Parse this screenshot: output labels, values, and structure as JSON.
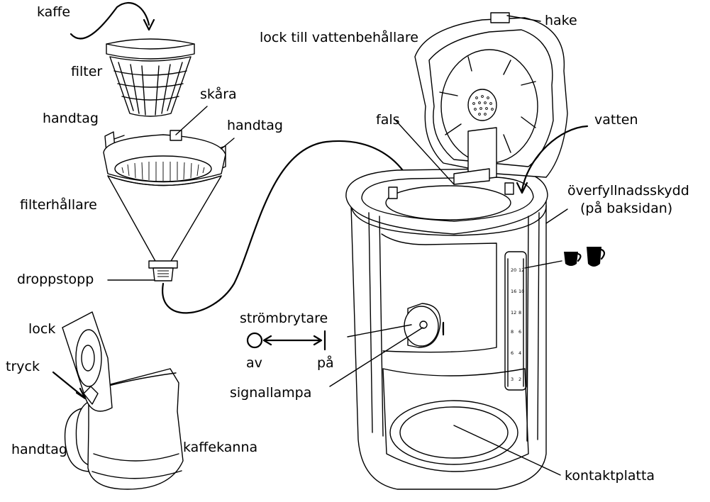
{
  "labels": {
    "kaffe": "kaffe",
    "filter": "filter",
    "skara": "skåra",
    "handtag_filter_left": "handtag",
    "handtag_filter_right": "handtag",
    "filterhallare": "filterhållare",
    "droppstopp": "droppstopp",
    "lock_kanna": "lock",
    "tryck": "tryck",
    "handtag_kanna": "handtag",
    "kaffekanna": "kaffekanna",
    "lock_vattenbehallare": "lock till vattenbehållare",
    "hake": "hake",
    "fals": "fals",
    "vatten": "vatten",
    "overfyllnadsskydd": "överfyllnadsskydd",
    "pa_baksidan": "(på baksidan)",
    "strombrytare": "strömbrytare",
    "av": "av",
    "pa": "på",
    "signallampa": "signallampa",
    "kontaktplatta": "kontaktplatta",
    "switch_mark": "I"
  },
  "water_scale": {
    "left": [
      "20",
      "16",
      "12",
      "8",
      "6",
      "3"
    ],
    "right": [
      "12",
      "10",
      "8",
      "6",
      "4",
      "2"
    ]
  }
}
